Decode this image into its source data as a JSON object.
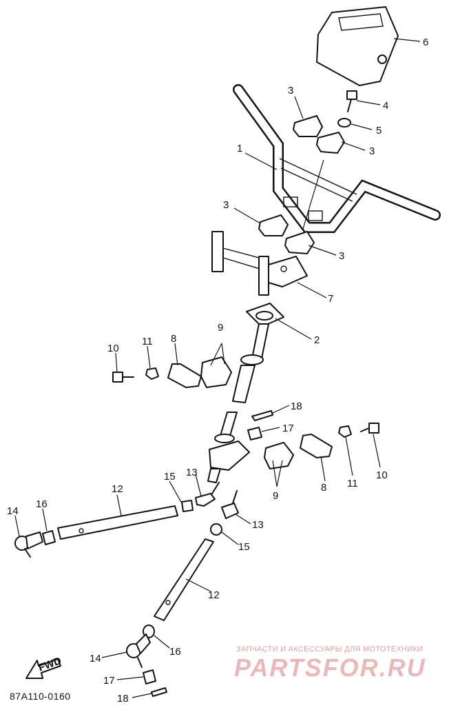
{
  "callouts": [
    {
      "label": "1"
    },
    {
      "label": "2"
    },
    {
      "label": "3"
    },
    {
      "label": "3"
    },
    {
      "label": "3"
    },
    {
      "label": "3"
    },
    {
      "label": "4"
    },
    {
      "label": "5"
    },
    {
      "label": "6"
    },
    {
      "label": "7"
    },
    {
      "label": "8"
    },
    {
      "label": "8"
    },
    {
      "label": "9"
    },
    {
      "label": "9"
    },
    {
      "label": "10"
    },
    {
      "label": "10"
    },
    {
      "label": "11"
    },
    {
      "label": "11"
    },
    {
      "label": "12"
    },
    {
      "label": "12"
    },
    {
      "label": "13"
    },
    {
      "label": "13"
    },
    {
      "label": "14"
    },
    {
      "label": "14"
    },
    {
      "label": "15"
    },
    {
      "label": "15"
    },
    {
      "label": "16"
    },
    {
      "label": "16"
    },
    {
      "label": "17"
    },
    {
      "label": "17"
    },
    {
      "label": "18"
    },
    {
      "label": "18"
    }
  ],
  "fwd_arrow_label": "FWD",
  "diagram_code": "87A110-0160",
  "watermark": {
    "caption": "ЗАПЧАСТИ И АКСЕССУАРЫ ДЛЯ МОТОТЕХНИКИ",
    "brand": "PARTSFOR.RU"
  }
}
